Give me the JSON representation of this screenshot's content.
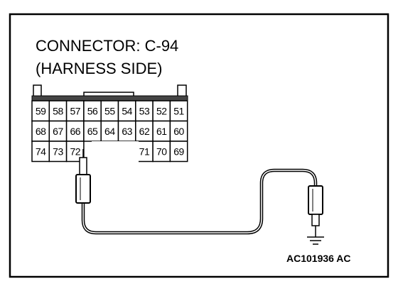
{
  "title_line1": "CONNECTOR: C-94",
  "title_line2": "(HARNESS SIDE)",
  "pins": {
    "row1": [
      "59",
      "58",
      "57",
      "56",
      "55",
      "54",
      "53",
      "52",
      "51"
    ],
    "row2": [
      "68",
      "67",
      "66",
      "65",
      "64",
      "63",
      "62",
      "61",
      "60"
    ],
    "row3_left": [
      "74",
      "73",
      "72"
    ],
    "row3_right": [
      "71",
      "70",
      "69"
    ]
  },
  "probe_pin": "72",
  "figure_code": "AC101936 AC",
  "icons": {
    "probe_left": "test-probe-icon",
    "probe_right": "test-probe-icon",
    "ground": "ground-symbol-icon"
  }
}
